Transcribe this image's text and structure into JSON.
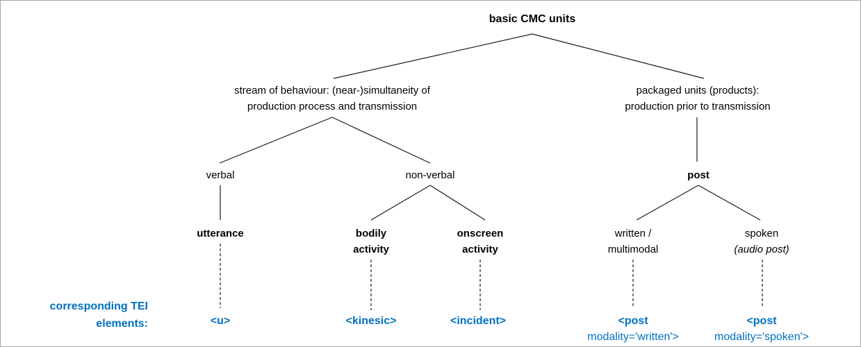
{
  "diagram": {
    "root": {
      "label": "basic CMC units"
    },
    "level2": {
      "stream": {
        "line1": "stream of behaviour: (near-)simultaneity of",
        "line2": "production process and transmission"
      },
      "packaged": {
        "line1": "packaged units (products):",
        "line2": "production prior to transmission"
      }
    },
    "level3": {
      "verbal": "verbal",
      "nonverbal": "non-verbal",
      "post": "post"
    },
    "level4": {
      "utterance": "utterance",
      "bodily": {
        "line1": "bodily",
        "line2": "activity"
      },
      "onscreen": {
        "line1": "onscreen",
        "line2": "activity"
      },
      "written": {
        "line1": "written /",
        "line2": "multimodal"
      },
      "spoken": {
        "line1": "spoken",
        "line2": "(audio post)"
      }
    },
    "tei": {
      "caption_line1": "corresponding TEI",
      "caption_line2": "elements:",
      "u": "<u>",
      "kinesic": "<kinesic>",
      "incident": "<incident>",
      "post_written": {
        "line1": "<post",
        "line2": "modality='written'>"
      },
      "post_spoken": {
        "line1": "<post",
        "line2": "modality='spoken'>"
      }
    },
    "colors": {
      "tei_blue": "#0070C0",
      "line_color": "#1a1a1a",
      "border_gray": "#a6a6a6"
    }
  }
}
